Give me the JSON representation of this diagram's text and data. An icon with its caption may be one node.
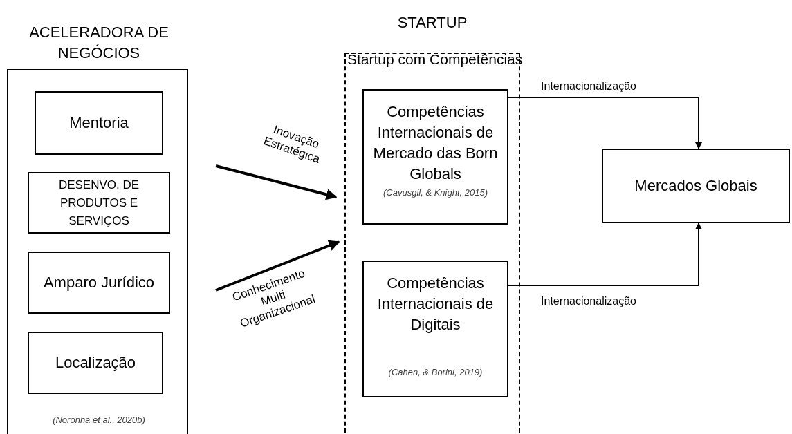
{
  "diagram": {
    "nodes": [
      {
        "text": [
          "ACELERADORA DE NEGÓCIOS",
          "(Noronha et al., 2020b)"
        ]
      },
      {
        "text": [
          "Mentoria"
        ],
        "in": 0
      },
      {
        "text": [
          "DESENVO. DE PRODUTOS E SERVIÇOS"
        ],
        "in": 0
      },
      {
        "text": [
          "Amparo Jurídico"
        ],
        "in": 0
      },
      {
        "text": [
          "Localização"
        ],
        "in": 0
      },
      {
        "text": [
          "STARTUP",
          "Startup com Competências"
        ]
      },
      {
        "text": [
          "Competências Internacionais de Mercado das Born Globals",
          "(Cavusgil, & Knight, 2015)"
        ],
        "in": 5
      },
      {
        "text": [
          "Competências Internacionais de Digitais",
          "(Cahen, & Borini, 2019)"
        ],
        "in": 5
      },
      {
        "text": [
          "Mercados Globais"
        ]
      }
    ],
    "edges": [
      {
        "from": 0,
        "to": 5,
        "arrow": "to",
        "label": "Inovação Estratégica",
        "style": "thick"
      },
      {
        "from": 0,
        "to": 5,
        "arrow": "to",
        "label": "Conhecimento Multi Organizacional",
        "style": "thick"
      },
      {
        "from": 6,
        "to": 8,
        "arrow": "to",
        "label": "Internacionalização"
      },
      {
        "from": 7,
        "to": 8,
        "arrow": "to",
        "label": "Internacionalização"
      }
    ]
  }
}
